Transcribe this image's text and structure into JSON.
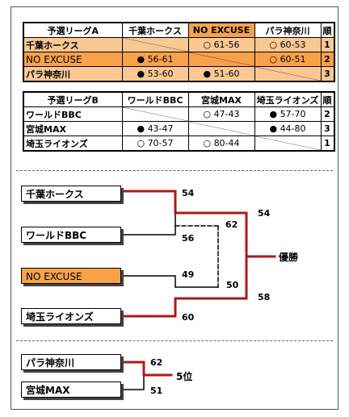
{
  "leagueA": {
    "header": [
      "予選リーグA",
      "千葉ホークス",
      "NO EXCUSE",
      "パラ神奈川",
      "順"
    ],
    "rows": [
      {
        "team": "千葉ホークス",
        "cells": [
          "",
          "○ 61-56",
          "○ 60-53"
        ],
        "rank": "1"
      },
      {
        "team": "NO EXCUSE",
        "cells": [
          "● 56-61",
          "",
          "○ 60-51"
        ],
        "rank": "2"
      },
      {
        "team": "パラ神奈川",
        "cells": [
          "● 53-60",
          "● 51-60",
          ""
        ],
        "rank": "3"
      }
    ]
  },
  "leagueB": {
    "header": [
      "予選リーグB",
      "ワールドBBC",
      "宮城MAX",
      "埼玉ライオンズ",
      "順"
    ],
    "rows": [
      {
        "team": "ワールドBBC",
        "cells": [
          "",
          "○ 47-43",
          "● 57-70"
        ],
        "rank": "2"
      },
      {
        "team": "宮城MAX",
        "cells": [
          "● 43-47",
          "",
          "● 44-80"
        ],
        "rank": "3"
      },
      {
        "team": "埼玉ライオンズ",
        "cells": [
          "○ 70-57",
          "○ 80-44",
          ""
        ],
        "rank": "1"
      }
    ]
  },
  "bracket": {
    "teams": [
      "千葉ホークス",
      "ワールドBBC",
      "NO EXCUSE",
      "埼玉ライオンズ"
    ],
    "scores": {
      "t1": "54",
      "t2": "56",
      "t3": "49",
      "t4": "60",
      "semi1_top": "62",
      "semi2_top": "50",
      "final_top": "54",
      "final_bottom": "58"
    },
    "champion_label": "優勝"
  },
  "fifth": {
    "teams": [
      "パラ神奈川",
      "宮城MAX"
    ],
    "scores": {
      "top": "62",
      "bottom": "51"
    },
    "result_label": "5位"
  },
  "colors": {
    "highlight": "#f7a24b",
    "highlight_light": "#fbc894",
    "winner_line": "#b01818",
    "loser_line": "#000000"
  }
}
